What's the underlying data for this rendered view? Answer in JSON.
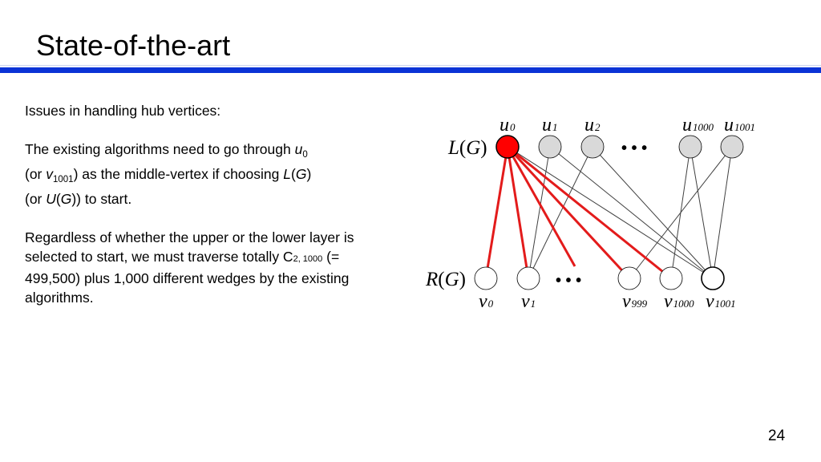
{
  "slide": {
    "title": "State-of-the-art",
    "page_number": "24"
  },
  "text": {
    "heading": "Issues in handling hub vertices:",
    "p2_a": "The existing algorithms need to go through ",
    "p2_u": "u",
    "p2_u_sub": "0",
    "p2_b": "(or ",
    "p2_v": "v",
    "p2_v_sub": "1001",
    "p2_c": ") as the middle-vertex if choosing ",
    "p2_L": "L",
    "p2_paren1": "(",
    "p2_G1": "G",
    "p2_paren2": ")",
    "p2_d": "(or ",
    "p2_U": "U",
    "p2_paren3": "(",
    "p2_G2": "G",
    "p2_e": ")) to start.",
    "p3_a": "Regardless of whether the upper or the lower layer is selected to start, we must traverse totally C",
    "p3_sub": "2, 1000",
    "p3_b": " (= 499,500) plus 1,000 different wedges by the existing algorithms."
  },
  "diagram": {
    "upper_layer_label": "L(G)",
    "lower_layer_label": "R(G)",
    "upper_nodes": [
      {
        "label": "u",
        "sub": "0",
        "highlight": true
      },
      {
        "label": "u",
        "sub": "1",
        "highlight": false
      },
      {
        "label": "u",
        "sub": "2",
        "highlight": false
      },
      {
        "label": "u",
        "sub": "1000",
        "highlight": false
      },
      {
        "label": "u",
        "sub": "1001",
        "highlight": false
      }
    ],
    "lower_nodes": [
      {
        "label": "v",
        "sub": "0"
      },
      {
        "label": "v",
        "sub": "1"
      },
      {
        "label": "v",
        "sub": "999"
      },
      {
        "label": "v",
        "sub": "1000"
      },
      {
        "label": "v",
        "sub": "1001"
      }
    ],
    "ellipsis": "• • •",
    "colors": {
      "highlight_node": "#ff0000",
      "highlight_edge": "#e31b1b",
      "upper_node_fill": "#d9d9d9",
      "edge": "#404040",
      "title_bar": "#0a33d6"
    }
  }
}
